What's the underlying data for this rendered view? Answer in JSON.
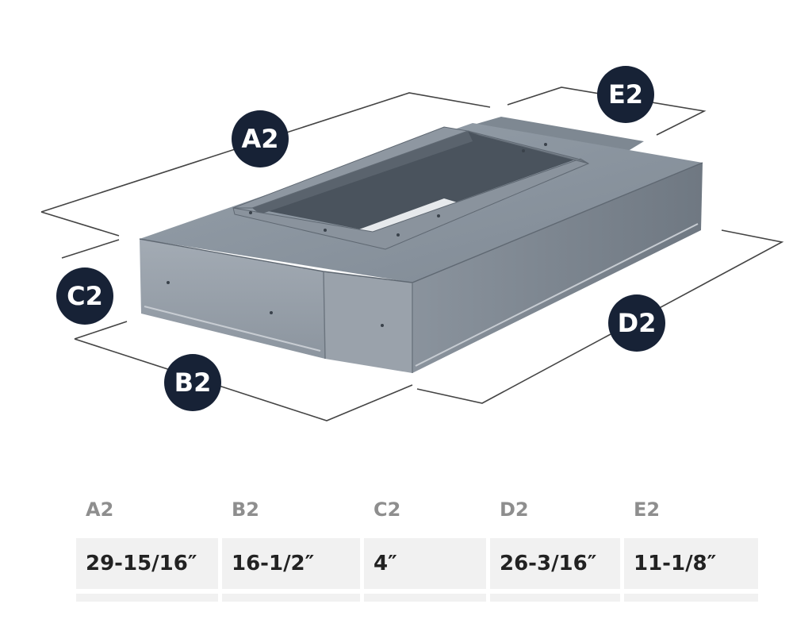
{
  "diagram": {
    "badges": {
      "a2": "A2",
      "b2": "B2",
      "c2": "C2",
      "d2": "D2",
      "e2": "E2"
    },
    "colors": {
      "badge_fill": "#172236",
      "metal_top": "#8c959f",
      "metal_front": "#99a1aa",
      "metal_side": "#7c8590",
      "dimension_line": "#444444"
    },
    "product_icon": "sheet-metal-duct-transition"
  },
  "table": {
    "headers": [
      "A2",
      "B2",
      "C2",
      "D2",
      "E2"
    ],
    "values": [
      "29-15/16″",
      "16-1/2″",
      "4″",
      "26-3/16″",
      "11-1/8″"
    ],
    "colors": {
      "header_text": "#8e8e8e",
      "cell_bg": "#f1f1f1",
      "cell_text": "#222222"
    }
  }
}
